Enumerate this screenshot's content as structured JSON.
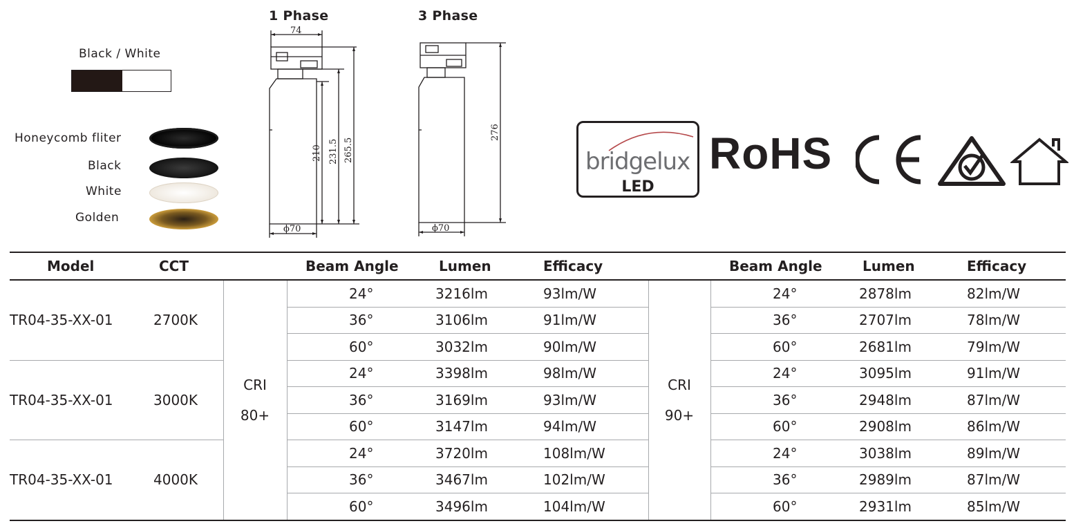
{
  "finish": {
    "label": "Black / White",
    "colors": {
      "black": "#231815",
      "white": "#ffffff"
    }
  },
  "reflectors": [
    {
      "label": "Honeycomb fliter",
      "color": "#111111"
    },
    {
      "label": "Black",
      "color": "#1a1a1a"
    },
    {
      "label": "White",
      "color": "#f4efe8"
    },
    {
      "label": "Golden",
      "color": "#c8962e"
    }
  ],
  "drawings": {
    "phase1": {
      "title": "1 Phase",
      "width": "74",
      "diameter": "ϕ70",
      "heights": [
        "210",
        "231.5",
        "265.5"
      ]
    },
    "phase3": {
      "title": "3 Phase",
      "diameter": "ϕ70",
      "height": "276"
    }
  },
  "logos": {
    "bridgelux": "bridgelux",
    "bridgelux_sub": "LED",
    "rohs": "RoHS",
    "ce": "CE",
    "icons": [
      "rcm-mark-icon",
      "house-icon"
    ]
  },
  "table": {
    "headers": {
      "model": "Model",
      "cct": "CCT",
      "beam_angle": "Beam Angle",
      "lumen": "Lumen",
      "efficacy": "Efficacy"
    },
    "cri_80": {
      "line1": "CRI",
      "line2": "80+"
    },
    "cri_90": {
      "line1": "CRI",
      "line2": "90+"
    },
    "groups": [
      {
        "model": "TR04-35-XX-01",
        "cct": "2700K",
        "rows": [
          {
            "beam": "24°",
            "lumen80": "3216lm",
            "eff80": "93lm/W",
            "lumen90": "2878lm",
            "eff90": "82lm/W"
          },
          {
            "beam": "36°",
            "lumen80": "3106lm",
            "eff80": "91lm/W",
            "lumen90": "2707lm",
            "eff90": "78lm/W"
          },
          {
            "beam": "60°",
            "lumen80": "3032lm",
            "eff80": "90lm/W",
            "lumen90": "2681lm",
            "eff90": "79lm/W"
          }
        ]
      },
      {
        "model": "TR04-35-XX-01",
        "cct": "3000K",
        "rows": [
          {
            "beam": "24°",
            "lumen80": "3398lm",
            "eff80": "98lm/W",
            "lumen90": "3095lm",
            "eff90": "91lm/W"
          },
          {
            "beam": "36°",
            "lumen80": "3169lm",
            "eff80": "93lm/W",
            "lumen90": "2948lm",
            "eff90": "87lm/W"
          },
          {
            "beam": "60°",
            "lumen80": "3147lm",
            "eff80": "94lm/W",
            "lumen90": "2908lm",
            "eff90": "86lm/W"
          }
        ]
      },
      {
        "model": "TR04-35-XX-01",
        "cct": "4000K",
        "rows": [
          {
            "beam": "24°",
            "lumen80": "3720lm",
            "eff80": "108lm/W",
            "lumen90": "3038lm",
            "eff90": "89lm/W"
          },
          {
            "beam": "36°",
            "lumen80": "3467lm",
            "eff80": "102lm/W",
            "lumen90": "2989lm",
            "eff90": "87lm/W"
          },
          {
            "beam": "60°",
            "lumen80": "3496lm",
            "eff80": "104lm/W",
            "lumen90": "2931lm",
            "eff90": "85lm/W"
          }
        ]
      }
    ]
  }
}
